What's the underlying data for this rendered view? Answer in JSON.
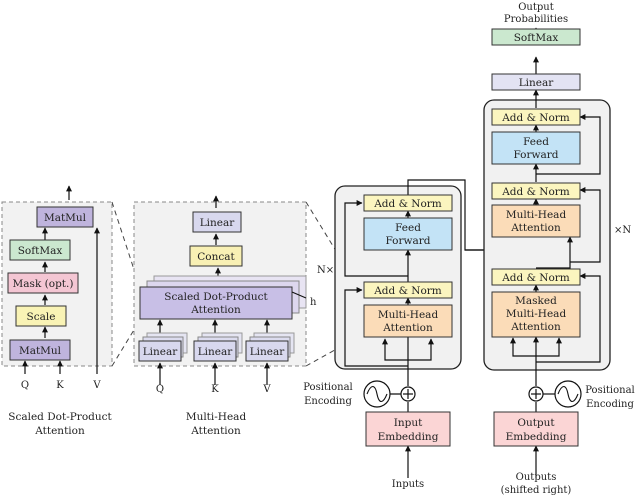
{
  "colors": {
    "matmul": "#bfb4dd",
    "softmax": "#cbe8cf",
    "mask": "#f4c6d3",
    "scale": "#f9f3b5",
    "linear": "#d8d8ee",
    "concat": "#f8f0b4",
    "sdpa": "#c8bfe6",
    "addnorm": "#fbf5bf",
    "feedforward": "#c3e3f6",
    "attention": "#fbdcb8",
    "embedding": "#fbd5d5",
    "softmax_out": "#cbe8cf",
    "linear_out": "#e3e3f3"
  },
  "sdpa_panel": {
    "matmul_top": "MatMul",
    "softmax": "SoftMax",
    "mask": "Mask (opt.)",
    "scale": "Scale",
    "matmul_bottom": "MatMul",
    "inputs": [
      "Q",
      "K",
      "V"
    ],
    "caption": [
      "Scaled Dot-Product",
      "Attention"
    ]
  },
  "mha_panel": {
    "linear_top": "Linear",
    "concat": "Concat",
    "sdpa": [
      "Scaled Dot-Product",
      "Attention"
    ],
    "h_label": "h",
    "linear_bottom": [
      "Linear",
      "Linear",
      "Linear"
    ],
    "inputs": [
      "Q",
      "K",
      "V"
    ],
    "caption": [
      "Multi-Head",
      "Attention"
    ]
  },
  "encoder": {
    "nx": "N×",
    "add_norm_top": "Add & Norm",
    "feed_forward": [
      "Feed",
      "Forward"
    ],
    "add_norm_bottom": "Add & Norm",
    "attention": [
      "Multi-Head",
      "Attention"
    ],
    "positional": [
      "Positional",
      "Encoding"
    ],
    "embedding": [
      "Input",
      "Embedding"
    ],
    "input_label": "Inputs"
  },
  "decoder": {
    "xn": "×N",
    "output_probs": [
      "Output",
      "Probabilities"
    ],
    "softmax": "SoftMax",
    "linear": "Linear",
    "add_norm_top": "Add & Norm",
    "feed_forward": [
      "Feed",
      "Forward"
    ],
    "add_norm_mid": "Add & Norm",
    "attention": [
      "Multi-Head",
      "Attention"
    ],
    "add_norm_bottom": "Add & Norm",
    "masked_attention": [
      "Masked",
      "Multi-Head",
      "Attention"
    ],
    "positional": [
      "Positional",
      "Encoding"
    ],
    "embedding": [
      "Output",
      "Embedding"
    ],
    "output_label": [
      "Outputs",
      "(shifted right)"
    ]
  }
}
